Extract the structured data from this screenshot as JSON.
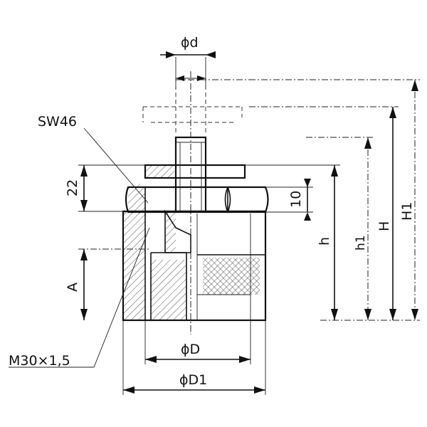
{
  "labels": {
    "phi_d": "ϕd",
    "sw46": "SW46",
    "dim_22": "22",
    "dim_10": "10",
    "dim_A": "A",
    "dim_h": "h",
    "dim_h1": "h1",
    "dim_H": "H",
    "dim_H1": "H1",
    "thread": "M30×1,5",
    "phi_D": "ϕD",
    "phi_D1": "ϕD1"
  }
}
